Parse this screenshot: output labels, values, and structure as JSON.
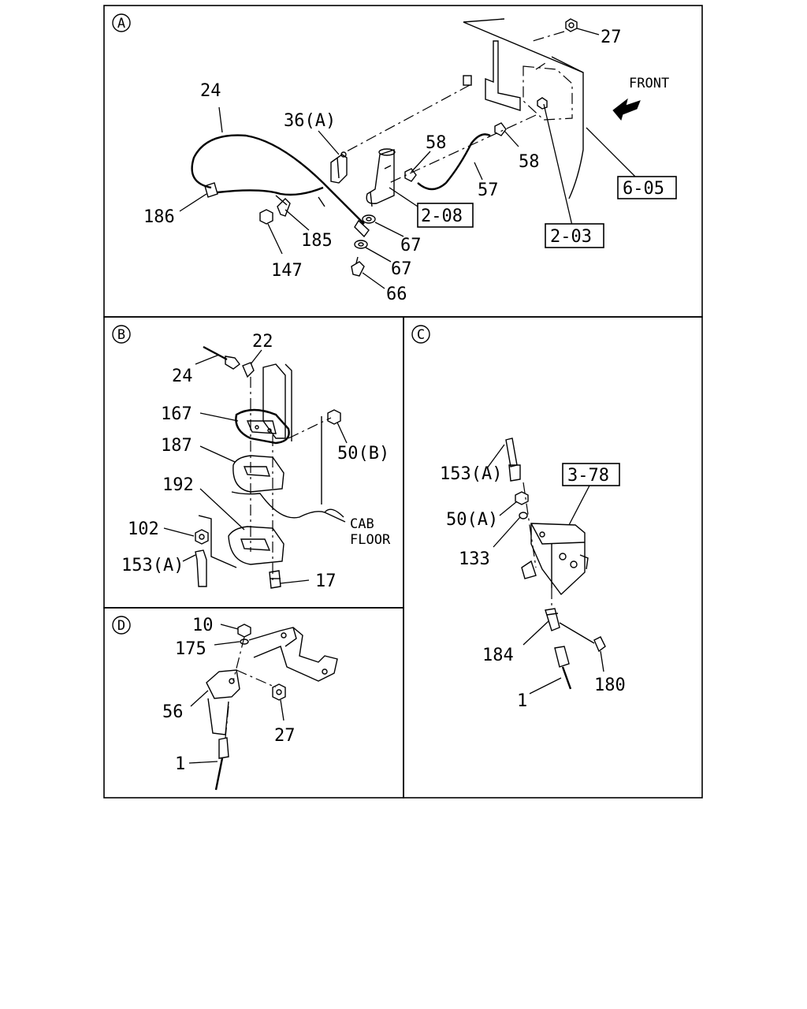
{
  "sections": {
    "a": {
      "letter": "A"
    },
    "b": {
      "letter": "B"
    },
    "c": {
      "letter": "C"
    },
    "d": {
      "letter": "D"
    }
  },
  "labels": {
    "a_27": "27",
    "a_front": "FRONT",
    "a_24": "24",
    "a_36a": "36(A)",
    "a_58_left": "58",
    "a_58_right": "58",
    "a_57": "57",
    "a_605": "6-05",
    "a_208": "2-08",
    "a_203": "2-03",
    "a_186": "186",
    "a_185": "185",
    "a_67_upper": "67",
    "a_67_lower": "67",
    "a_147": "147",
    "a_66": "66",
    "b_22": "22",
    "b_24": "24",
    "b_167": "167",
    "b_187": "187",
    "b_50b": "50(B)",
    "b_192": "192",
    "b_cab": "CAB",
    "b_floor": "FLOOR",
    "b_102": "102",
    "b_153a": "153(A)",
    "b_17": "17",
    "c_153a": "153(A)",
    "c_378": "3-78",
    "c_50a": "50(A)",
    "c_133": "133",
    "c_184": "184",
    "c_180": "180",
    "c_1": "1",
    "d_10": "10",
    "d_175": "175",
    "d_56": "56",
    "d_27": "27",
    "d_1": "1"
  }
}
